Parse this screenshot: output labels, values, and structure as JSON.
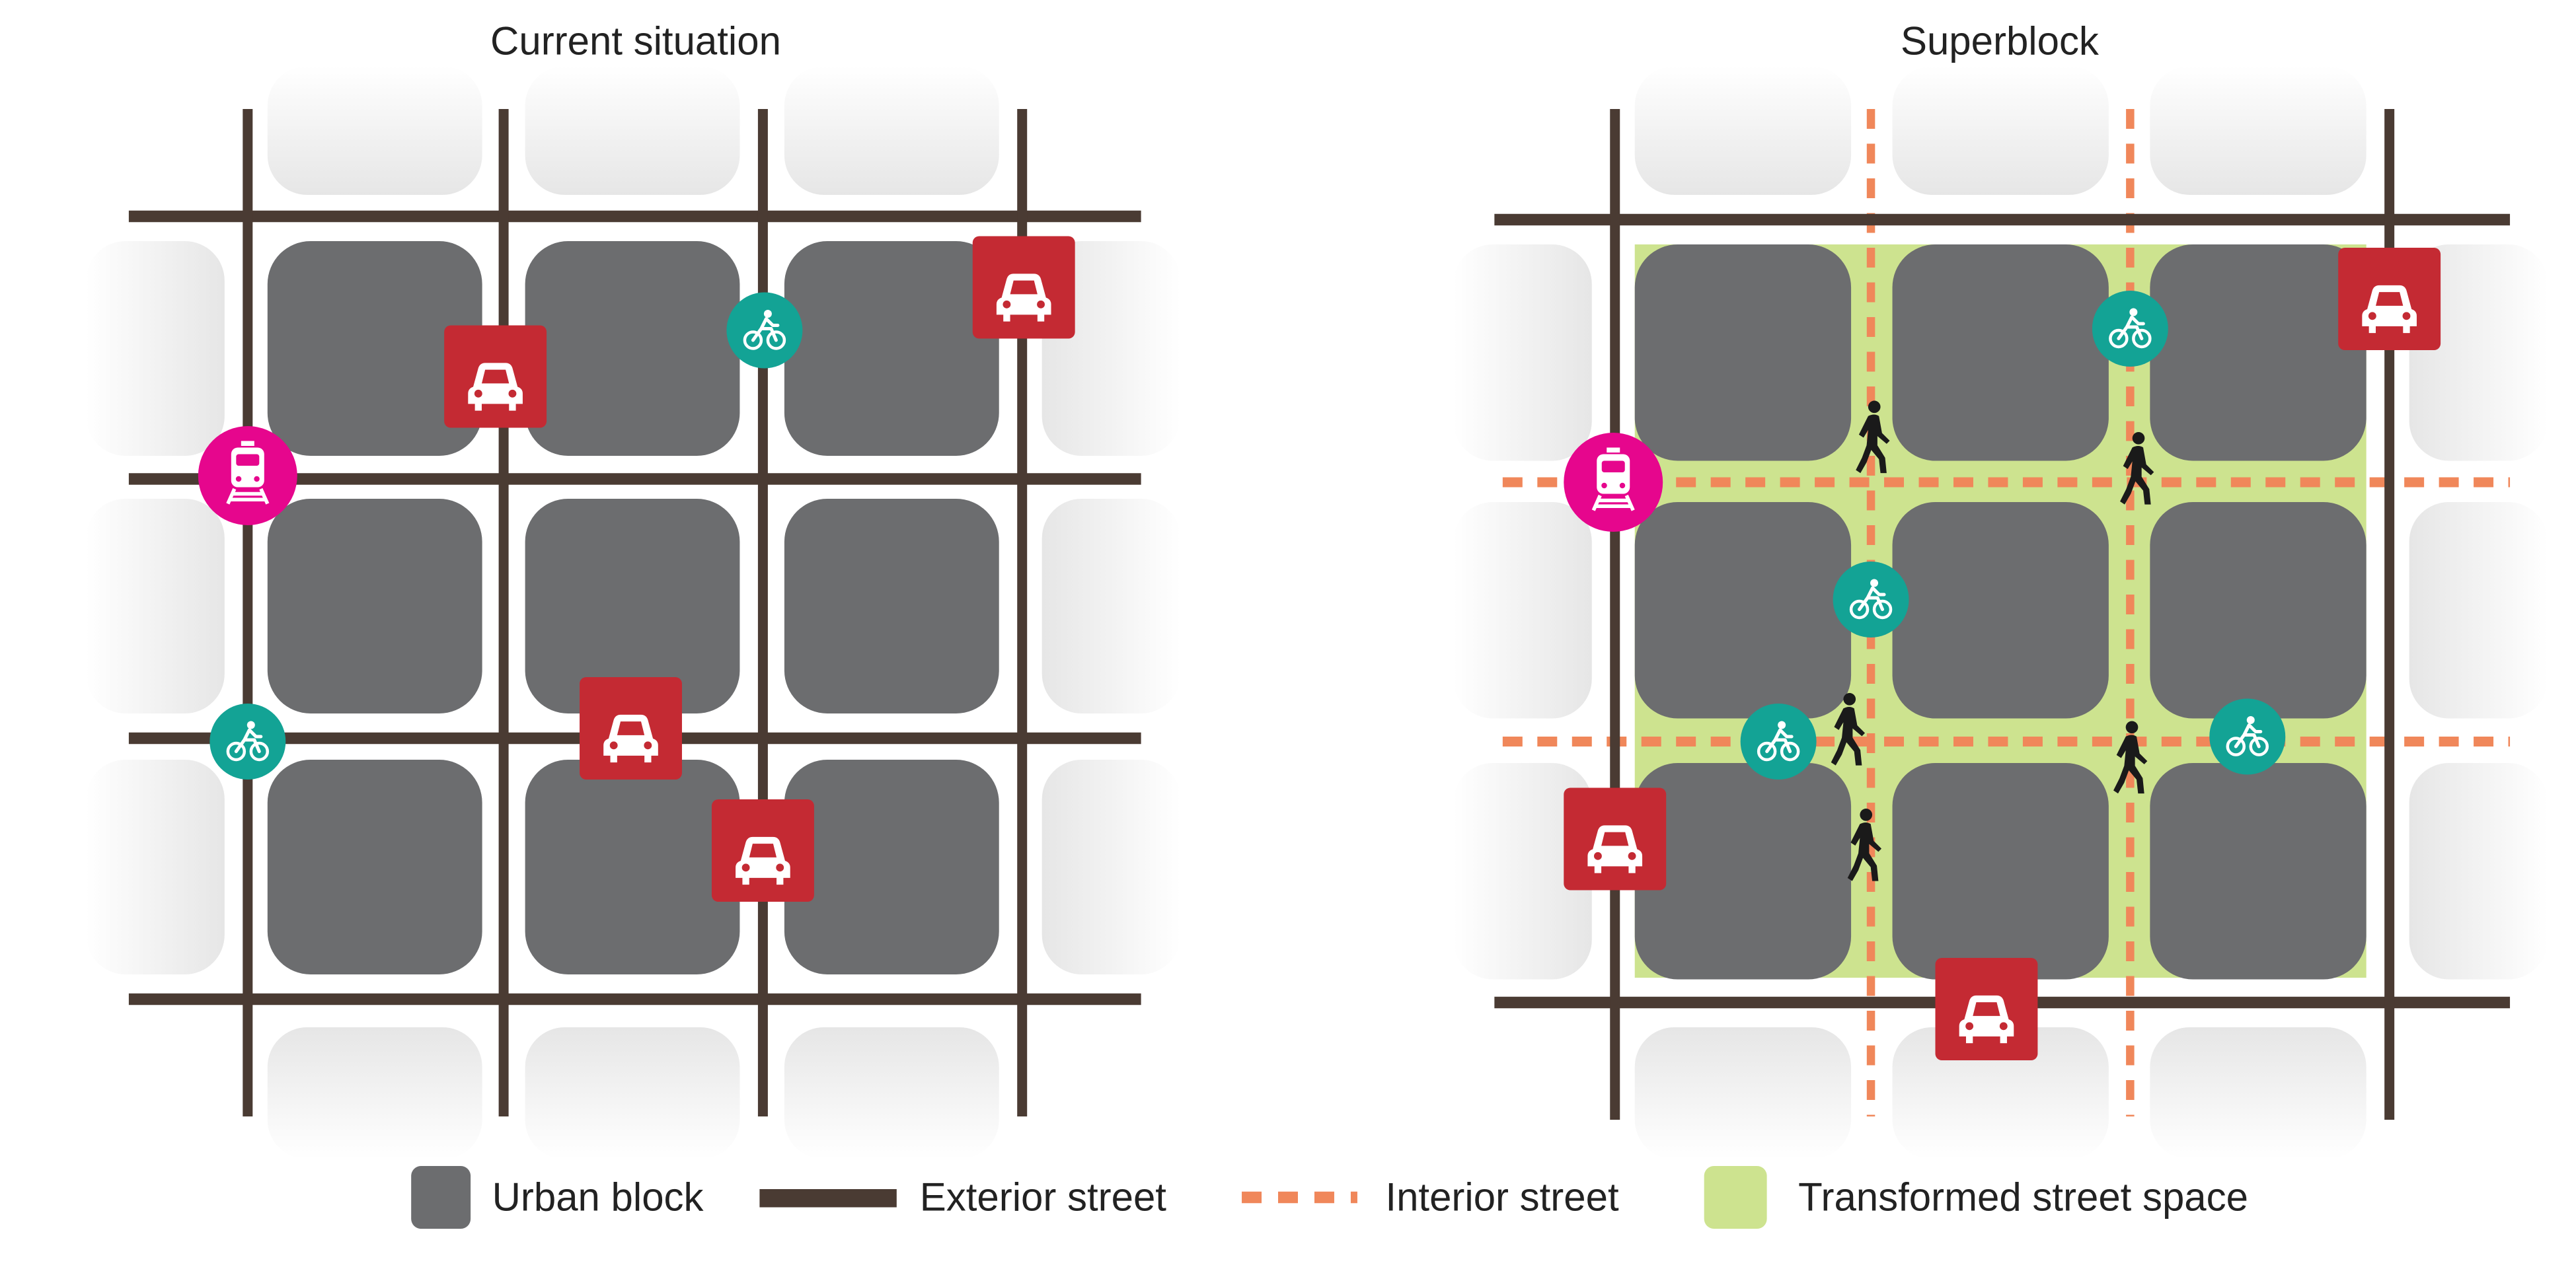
{
  "colors": {
    "urban_block": "#6c6d6f",
    "exterior_street": "#4a3b33",
    "interior_street": "#f0875a",
    "transformed_space": "#cde38f",
    "ghost_block": "#ececec",
    "car_marker": "#c42a33",
    "bike_marker": "#13a395",
    "train_marker": "#e6068d",
    "pedestrian": "#1a1a1a"
  },
  "panels": [
    {
      "id": "current",
      "title": "Current situation",
      "markers": [
        {
          "type": "car",
          "label": "car-icon"
        },
        {
          "type": "car",
          "label": "car-icon"
        },
        {
          "type": "car",
          "label": "car-icon"
        },
        {
          "type": "car",
          "label": "car-icon"
        },
        {
          "type": "bike",
          "label": "bicycle-icon"
        },
        {
          "type": "bike",
          "label": "bicycle-icon"
        },
        {
          "type": "train",
          "label": "train-icon"
        }
      ]
    },
    {
      "id": "superblock",
      "title": "Superblock",
      "markers": [
        {
          "type": "car",
          "label": "car-icon"
        },
        {
          "type": "car",
          "label": "car-icon"
        },
        {
          "type": "car",
          "label": "car-icon"
        },
        {
          "type": "bike",
          "label": "bicycle-icon"
        },
        {
          "type": "bike",
          "label": "bicycle-icon"
        },
        {
          "type": "bike",
          "label": "bicycle-icon"
        },
        {
          "type": "bike",
          "label": "bicycle-icon"
        },
        {
          "type": "train",
          "label": "train-icon"
        },
        {
          "type": "pedestrian",
          "label": "pedestrian-icon"
        },
        {
          "type": "pedestrian",
          "label": "pedestrian-icon"
        },
        {
          "type": "pedestrian",
          "label": "pedestrian-icon"
        },
        {
          "type": "pedestrian",
          "label": "pedestrian-icon"
        },
        {
          "type": "pedestrian",
          "label": "pedestrian-icon"
        }
      ]
    }
  ],
  "legend": [
    {
      "key": "urban_block",
      "label": "Urban block"
    },
    {
      "key": "exterior_street",
      "label": "Exterior street"
    },
    {
      "key": "interior_street",
      "label": "Interior street"
    },
    {
      "key": "transformed_space",
      "label": "Transformed street space"
    }
  ]
}
